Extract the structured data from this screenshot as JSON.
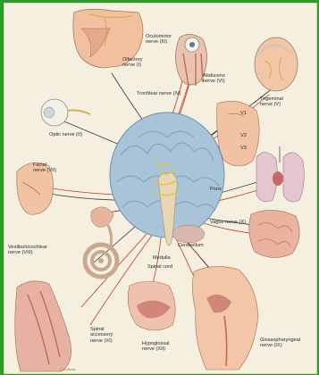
{
  "colors": {
    "frame": "#2e9a2a",
    "background": "#f4efdf",
    "sensory_path": "#3a3a3a",
    "motor_path": "#c0392b",
    "brain": "#a9c3d9",
    "nerve": "#e6c53c",
    "skin": "#f2c3a3",
    "muscle": "#c77165"
  },
  "labels": {
    "olfactory": "Olfactory\nnerve (I)",
    "oculomotor": "Oculomotor\nnerve (III)",
    "abducens": "Abducens\nnerve (VI)",
    "trochlear": "Trochlear nerve (IV)",
    "trigeminal": "Trigeminal\nnerve (V)",
    "optic": "Optic nerve (II)",
    "v1": "V1",
    "v2": "V2",
    "v3": "V3",
    "facial": "Facial\nnerve (VII)",
    "pons": "Pons",
    "vagus": "Vagus nerve (X)",
    "cerebellum": "Cerebellum",
    "vestibulocochlear": "Vestibulocochlear\nnerve (VIII)",
    "medulla": "Medulla",
    "spinal_cord": "Spinal cord",
    "spinal_accessory": "Spinal\naccessory\nnerve (XI)",
    "hypoglossal": "Hypoglossal\nnerve (XII)",
    "glossopharyngeal": "Glossopharyngeal\nnerve (IX)"
  },
  "signature": "J. Scheer"
}
